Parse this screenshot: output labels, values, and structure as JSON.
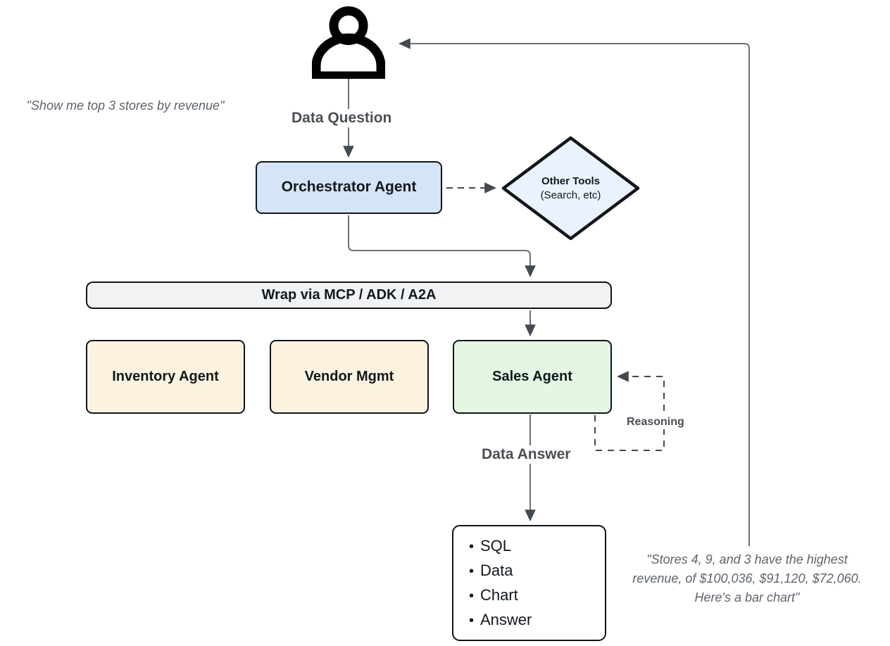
{
  "diagram": {
    "title": "Agentic data-question architecture",
    "colors": {
      "orchestrator_fill": "#d6e4f7",
      "tools_fill": "#eaf2fd",
      "mcp_fill": "#f0f2f4",
      "agent_fill": "#fbf3e0",
      "sales_fill": "#e3f7e3",
      "output_fill": "#ffffff",
      "stroke": "#111418",
      "wire": "#5b6069",
      "label_text": "#4a4f55",
      "quote_text": "#5d646c"
    }
  },
  "actor": {
    "icon": "user-icon",
    "quote": "\"Show me top 3 stores by revenue\""
  },
  "nodes": {
    "orchestrator": {
      "label": "Orchestrator Agent"
    },
    "other_tools": {
      "line1": "Other Tools",
      "line2": "(Search, etc)"
    },
    "mcp_bar": {
      "label": "Wrap via MCP / ADK / A2A"
    },
    "inventory_agent": {
      "label": "Inventory Agent"
    },
    "vendor_mgmt": {
      "label": "Vendor Mgmt"
    },
    "sales_agent": {
      "label": "Sales Agent"
    },
    "output": {
      "items": [
        "SQL",
        "Data",
        "Chart",
        "Answer"
      ]
    }
  },
  "edges": {
    "data_question": "Data Question",
    "data_answer": "Data Answer",
    "reasoning": "Reasoning"
  },
  "answer": {
    "quote": "\"Stores 4, 9, and 3 have the highest\nrevenue, of $100,036, $91,120, $72,060.\nHere's a bar chart\""
  }
}
